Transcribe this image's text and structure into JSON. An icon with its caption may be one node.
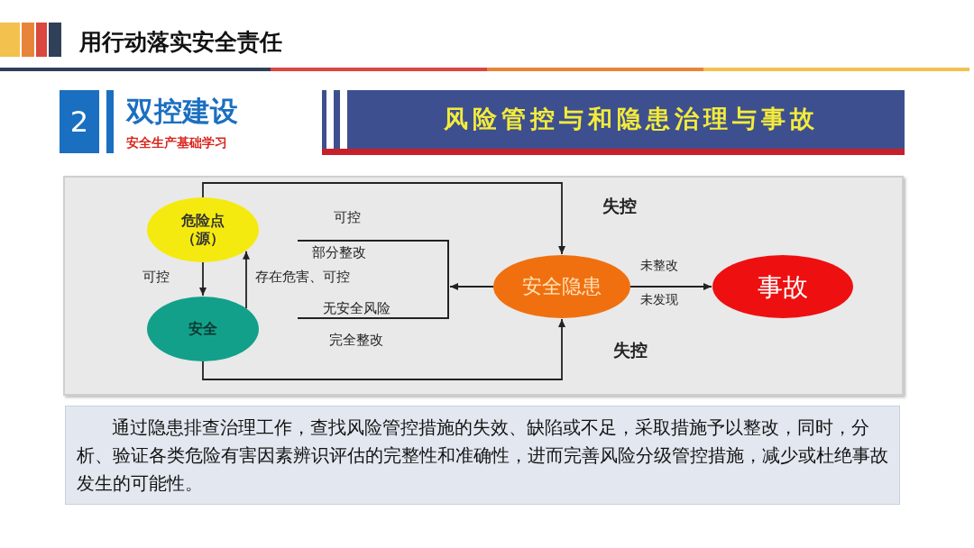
{
  "diagram": {
    "title": "用行动落实安全责任",
    "nodes": [
      {
        "text": [
          "危险点（源）"
        ]
      },
      {
        "text": [
          "安全"
        ]
      },
      {
        "text": [
          "安全隐患"
        ]
      },
      {
        "text": [
          "事故"
        ]
      },
      {
        "text": [],
        "shape": "bracket"
      }
    ],
    "edges": [
      {
        "from": 0,
        "to": 1,
        "arrow": "to",
        "label": "可控"
      },
      {
        "from": 1,
        "to": 0,
        "arrow": "to",
        "label": "存在危害、可控"
      },
      {
        "from": 0,
        "to": 2,
        "arrow": "to",
        "label": "失控"
      },
      {
        "from": 1,
        "to": 2,
        "arrow": "to",
        "label": "失控"
      },
      {
        "from": 2,
        "to": 4,
        "arrow": "to"
      },
      {
        "from": 2,
        "to": 3,
        "arrow": "to",
        "label": "未整改"
      }
    ],
    "labels": [
      "2",
      "双控建设",
      "安全生产基础学习",
      "风险管控与和隐患治理与事故",
      "可控",
      "部分整改",
      "无安全风险",
      "完全整改",
      "未发现"
    ],
    "caption": "通过隐患排查治理工作，查找风险管控措施的失效、缺陷或不足，采取措施予以整改，同时，分析、验证各类危险有害因素辨识评估的完整性和准确性，进而完善风险分级管控措施，减少或杜绝事故发生的可能性。"
  }
}
